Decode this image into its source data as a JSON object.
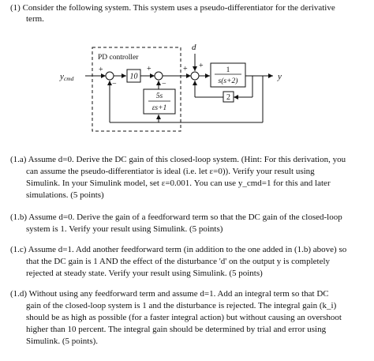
{
  "problem": {
    "intro_line1": "(1) Consider the following system.  This system uses a pseudo-differentiator for the derivative",
    "intro_line2": "term."
  },
  "diagram": {
    "pd_label": "PD controller",
    "input_label": "y_cmd",
    "input_label_main": "y",
    "input_label_sub": "cmd",
    "output_label": "y",
    "disturbance_label": "d",
    "gain_block": "10",
    "derivative_num": "5s",
    "derivative_den": "εs+1",
    "plant_num": "1",
    "plant_den": "s(s+2)",
    "feedback_gain": "2",
    "sign_plus": "+",
    "sign_minus": "−"
  },
  "parts": {
    "a": {
      "lines": [
        "(1.a) Assume d=0. Derive the DC gain of this closed-loop system. (Hint: For this derivation, you",
        "can assume the pseudo-differentiator is ideal (i.e. let ε=0)).   Verify your result using",
        "Simulink.  In your Simulink model, set ε=0.001.  You can use y_cmd=1 for this and later",
        "simulations.  (5 points)"
      ]
    },
    "b": {
      "lines": [
        "(1.b) Assume d=0. Derive the gain of a feedforward term so that the DC gain of the closed-loop",
        "system is 1.  Verify your result using Simulink.  (5 points)"
      ]
    },
    "c": {
      "lines": [
        "(1.c) Assume d=1.  Add another feedforward term (in addition to the one added in (1.b) above) so",
        "that the DC gain is 1 AND the effect of the disturbance 'd' on the output y is completely",
        "rejected at steady state.   Verify your result using Simulink. (5 points)"
      ]
    },
    "d": {
      "lines": [
        "(1.d) Without using any feedforward term and assume d=1.  Add an integral term so that DC",
        "gain of the closed-loop system is 1 and the disturbance is rejected.   The integral gain (k_i)",
        "should be as high as possible (for a faster integral action) but without causing an overshoot",
        "higher than 10 percent.   The integral gain should be determined by trial and error using",
        "Simulink.  (5 points)."
      ]
    }
  }
}
